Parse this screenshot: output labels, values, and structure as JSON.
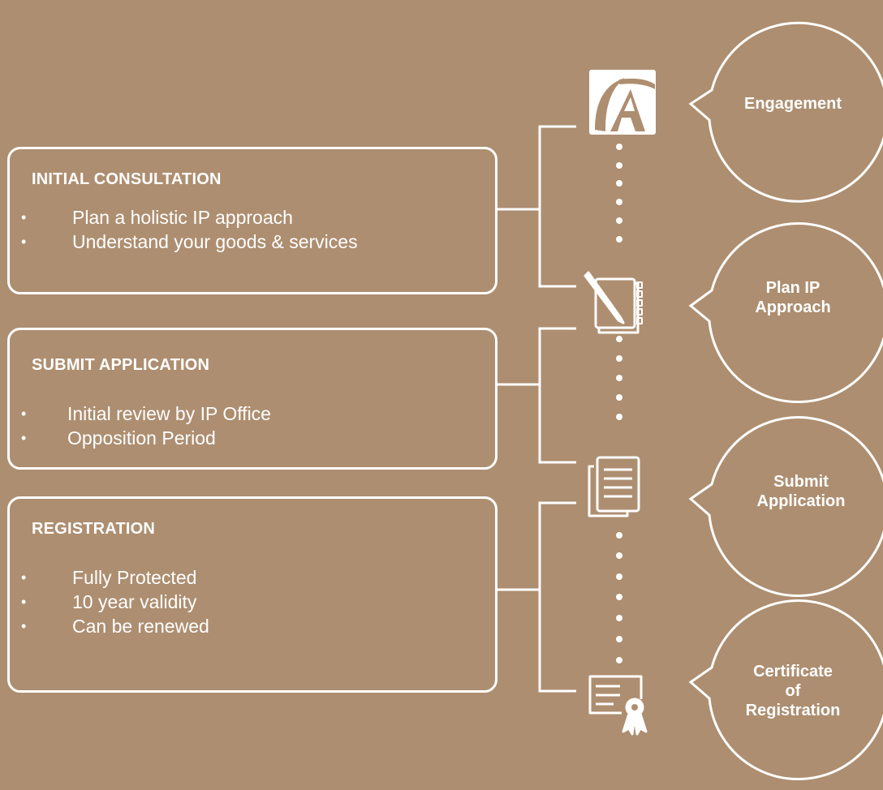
{
  "stages": [
    {
      "title": "INITIAL CONSULTATION",
      "bullets": [
        "Plan a holistic IP approach",
        "Understand your goods & services"
      ]
    },
    {
      "title": "SUBMIT APPLICATION",
      "bullets": [
        "Initial review by IP Office",
        "Opposition Period"
      ]
    },
    {
      "title": "REGISTRATION",
      "bullets": [
        "Fully Protected",
        "10 year validity",
        "Can be renewed"
      ]
    }
  ],
  "bullet_glyph": "•",
  "milestones": [
    {
      "label_lines": [
        "Engagement"
      ],
      "icon": "logo-icon"
    },
    {
      "label_lines": [
        "Plan IP",
        "Approach"
      ],
      "icon": "notepad-pen-icon"
    },
    {
      "label_lines": [
        "Submit",
        "Application"
      ],
      "icon": "documents-icon"
    },
    {
      "label_lines": [
        "Certificate",
        "of",
        "Registration"
      ],
      "icon": "certificate-icon"
    }
  ],
  "colors": {
    "background": "#ad8e70",
    "foreground": "#ffffff"
  }
}
